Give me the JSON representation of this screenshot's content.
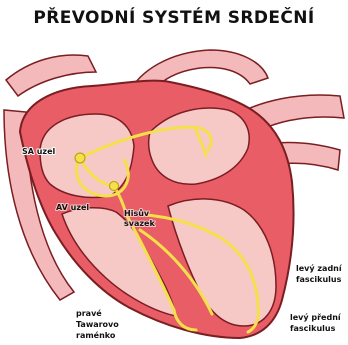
{
  "title": "PŘEVODNÍ SYSTÉM SRDEČNÍ",
  "labels": {
    "sa_node": "SA uzel",
    "av_node": "AV uzel",
    "his_bundle_line1": "Hisův",
    "his_bundle_line2": "svazek",
    "left_posterior_line1": "levý zadní",
    "left_posterior_line2": "fascikulus",
    "left_anterior_line1": "levý přední",
    "left_anterior_line2": "fascikulus",
    "right_bundle_line1": "pravé",
    "right_bundle_line2": "Tawarovo",
    "right_bundle_line3": "raménko"
  },
  "colors": {
    "muscle": "#e85d66",
    "muscle_outline": "#7a1e22",
    "chamber": "#f6c9c7",
    "conduction": "#f4e04a",
    "vessel": "#f3b9bb"
  }
}
